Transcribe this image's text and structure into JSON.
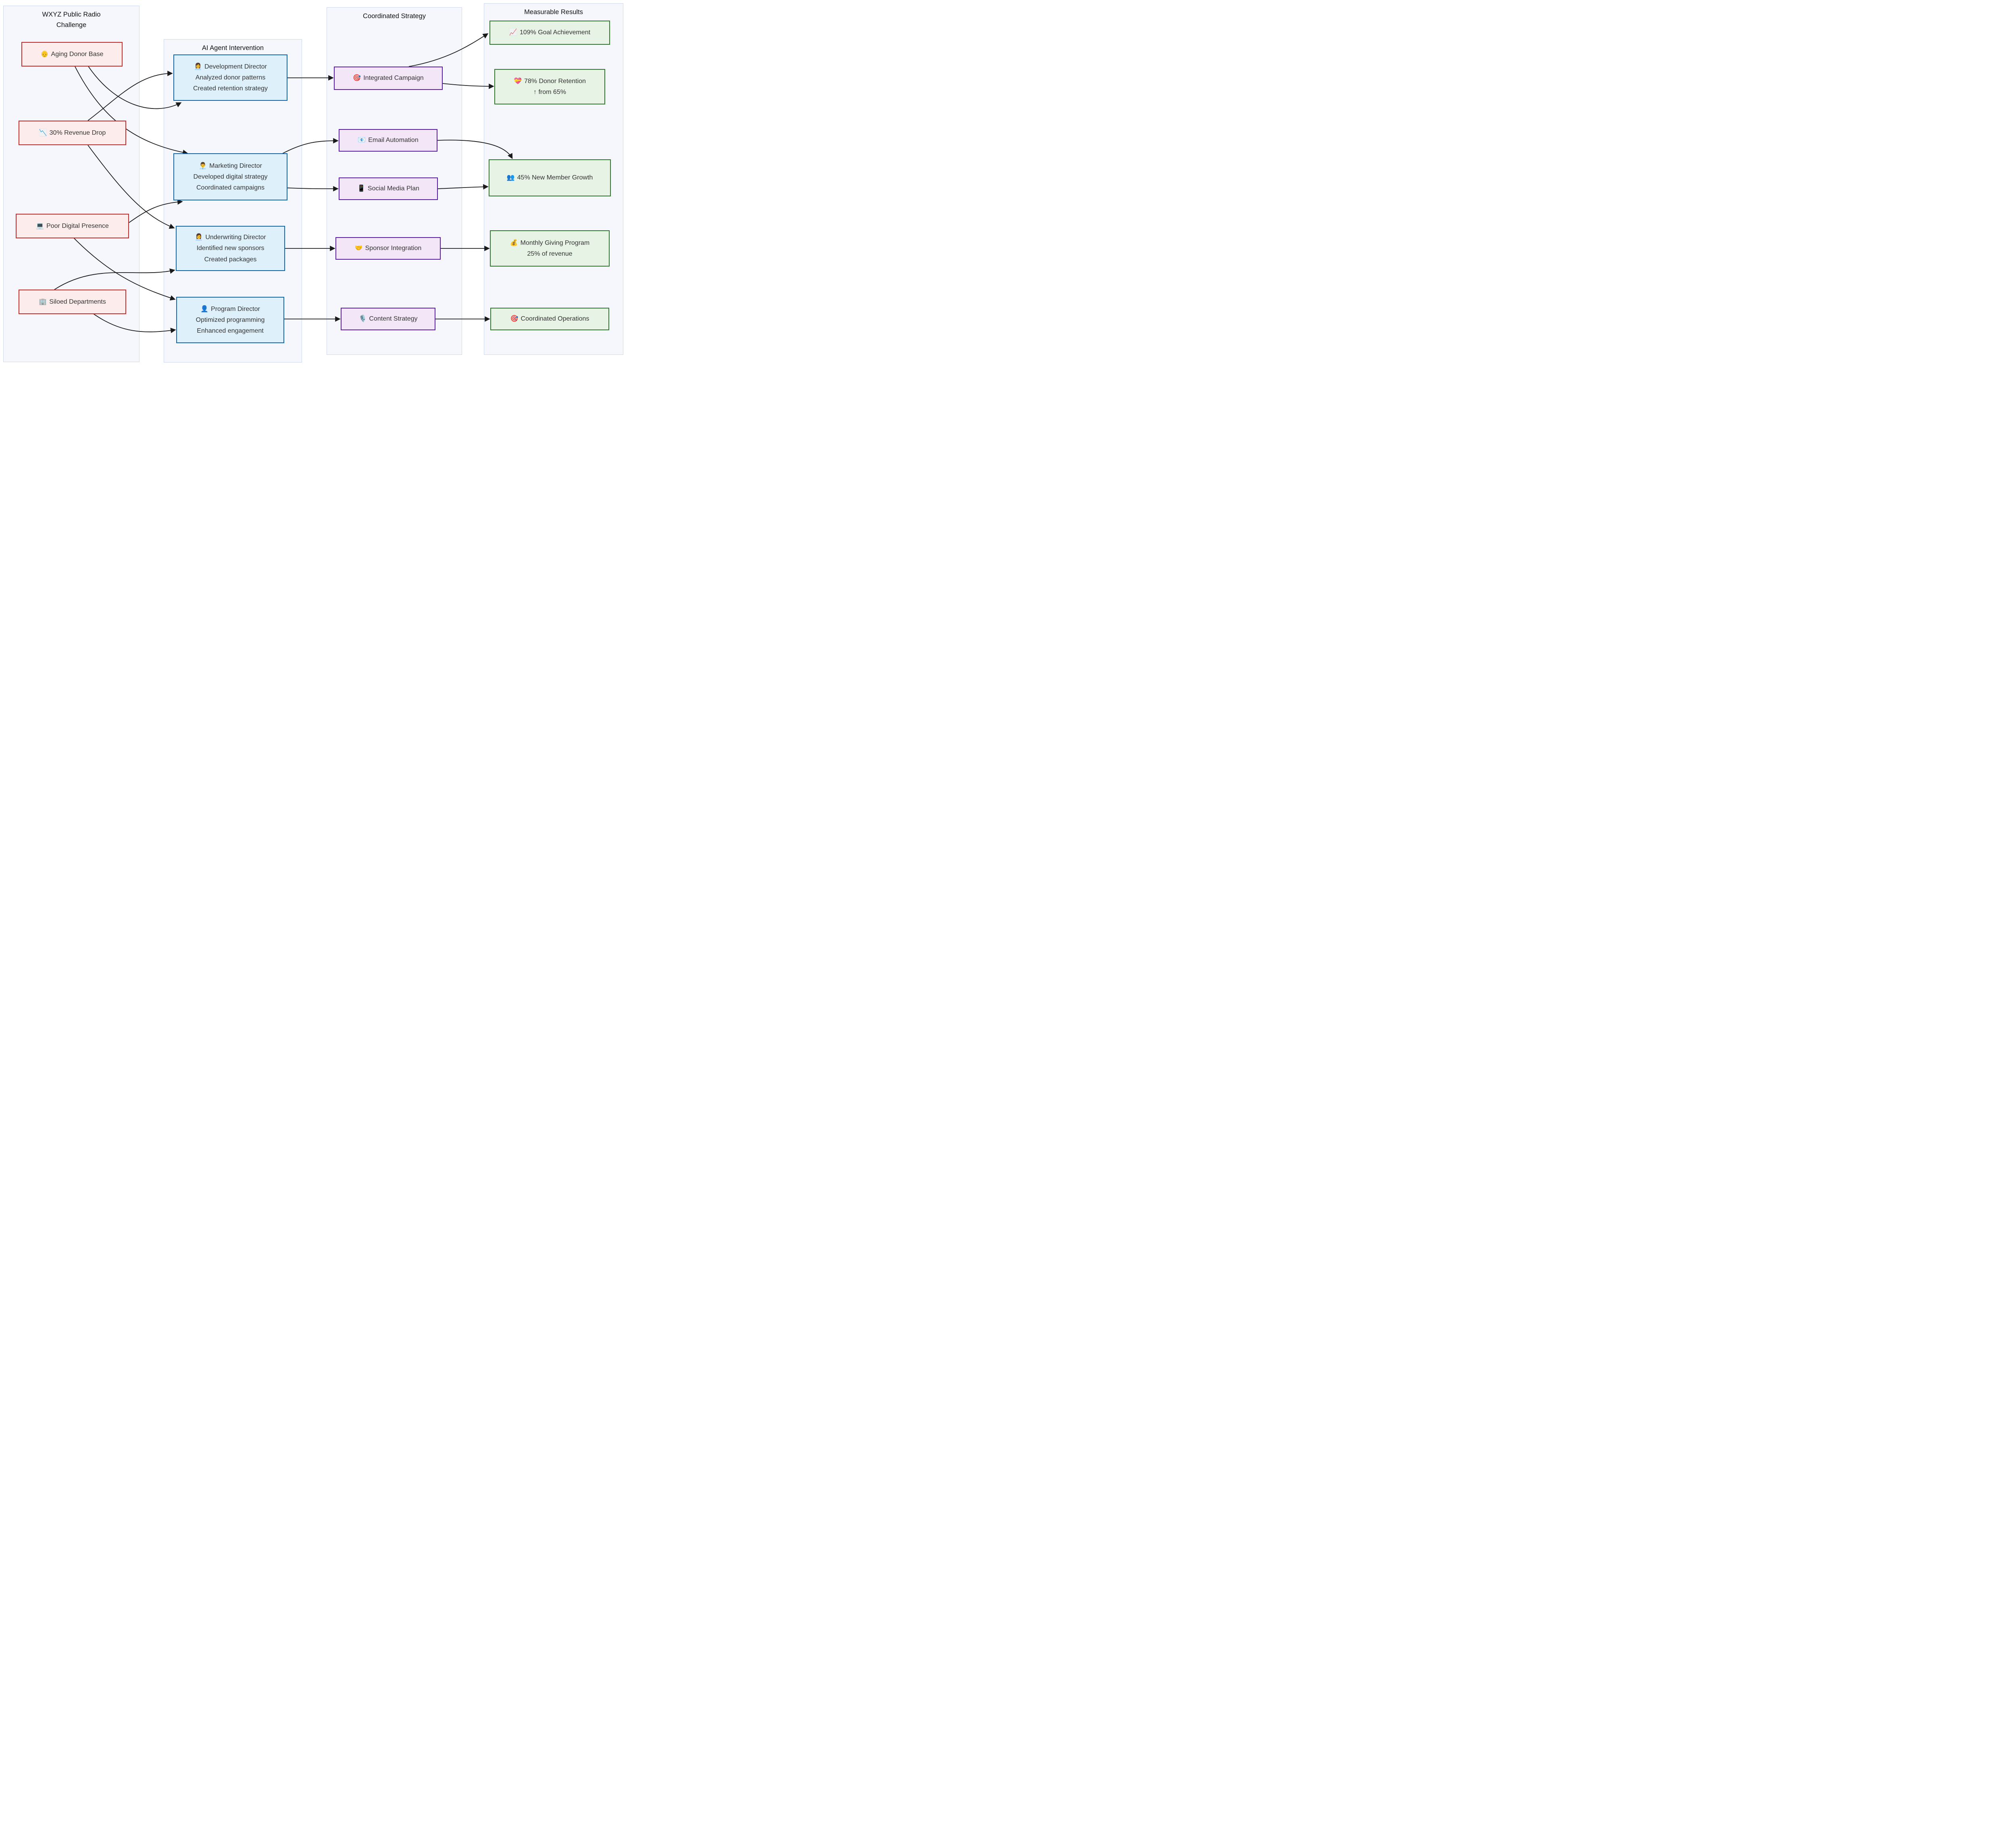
{
  "colors": {
    "container_fill": "#f5f7fc",
    "container_border": "#ccd6ee",
    "red_border": "#c62a2a",
    "red_fill": "#fdecec",
    "blue_border": "#1166ad",
    "blue_fill": "#def0fa",
    "purple_border": "#5a1ea8",
    "purple_fill": "#f3e6f7",
    "green_border": "#33762f",
    "green_fill": "#e7f3e4",
    "edge_color": "#1a1a1a",
    "text": "#333333"
  },
  "columns": {
    "challenge": {
      "title": "WXYZ Public Radio Challenge"
    },
    "agents": {
      "title": "AI Agent Intervention"
    },
    "strategy": {
      "title": "Coordinated Strategy"
    },
    "results": {
      "title": "Measurable Results"
    }
  },
  "nodes": {
    "aging": {
      "icon": "👴",
      "label": "Aging Donor Base"
    },
    "revenue": {
      "icon": "📉",
      "label": "30% Revenue Drop"
    },
    "digital": {
      "icon": "💻",
      "label": "Poor Digital Presence"
    },
    "siloed": {
      "icon": "🏢",
      "label": "Siloed Departments"
    },
    "dev_director": {
      "icon": "👩‍💼",
      "label": "Development Director",
      "line2": "Analyzed donor patterns",
      "line3": "Created retention strategy"
    },
    "marketing_director": {
      "icon": "👨‍💼",
      "label": "Marketing Director",
      "line2": "Developed digital strategy",
      "line3": "Coordinated campaigns"
    },
    "underwriting_director": {
      "icon": "👩‍💼",
      "label": "Underwriting Director",
      "line2": "Identified new sponsors",
      "line3": "Created packages"
    },
    "program_director": {
      "icon": "👤",
      "label": "Program Director",
      "line2": "Optimized programming",
      "line3": "Enhanced engagement"
    },
    "integrated_campaign": {
      "icon": "🎯",
      "label": "Integrated Campaign"
    },
    "email_automation": {
      "icon": "📧",
      "label": "Email Automation"
    },
    "social_media_plan": {
      "icon": "📱",
      "label": "Social Media Plan"
    },
    "sponsor_integration": {
      "icon": "🤝",
      "label": "Sponsor Integration"
    },
    "content_strategy": {
      "icon": "🎙️",
      "label": "Content Strategy"
    },
    "goal_achievement": {
      "icon": "📈",
      "label": "109% Goal Achievement"
    },
    "donor_retention": {
      "icon": "💝",
      "label": "78% Donor Retention",
      "line2": "↑ from 65%"
    },
    "member_growth": {
      "icon": "👥",
      "label": "45% New Member Growth"
    },
    "monthly_giving": {
      "icon": "💰",
      "label": "Monthly Giving Program",
      "line2": "25% of revenue"
    },
    "coordinated_operations": {
      "icon": "🎯",
      "label": "Coordinated Operations"
    }
  },
  "edges": [
    {
      "from": "aging",
      "to": "dev_director"
    },
    {
      "from": "revenue",
      "to": "dev_director"
    },
    {
      "from": "aging",
      "to": "marketing_director"
    },
    {
      "from": "digital",
      "to": "marketing_director"
    },
    {
      "from": "revenue",
      "to": "underwriting_director"
    },
    {
      "from": "siloed",
      "to": "underwriting_director"
    },
    {
      "from": "digital",
      "to": "program_director"
    },
    {
      "from": "siloed",
      "to": "program_director"
    },
    {
      "from": "dev_director",
      "to": "integrated_campaign"
    },
    {
      "from": "marketing_director",
      "to": "email_automation"
    },
    {
      "from": "marketing_director",
      "to": "social_media_plan"
    },
    {
      "from": "underwriting_director",
      "to": "sponsor_integration"
    },
    {
      "from": "program_director",
      "to": "content_strategy"
    },
    {
      "from": "integrated_campaign",
      "to": "goal_achievement"
    },
    {
      "from": "integrated_campaign",
      "to": "donor_retention"
    },
    {
      "from": "email_automation",
      "to": "member_growth"
    },
    {
      "from": "social_media_plan",
      "to": "member_growth"
    },
    {
      "from": "sponsor_integration",
      "to": "monthly_giving"
    },
    {
      "from": "content_strategy",
      "to": "coordinated_operations"
    }
  ]
}
